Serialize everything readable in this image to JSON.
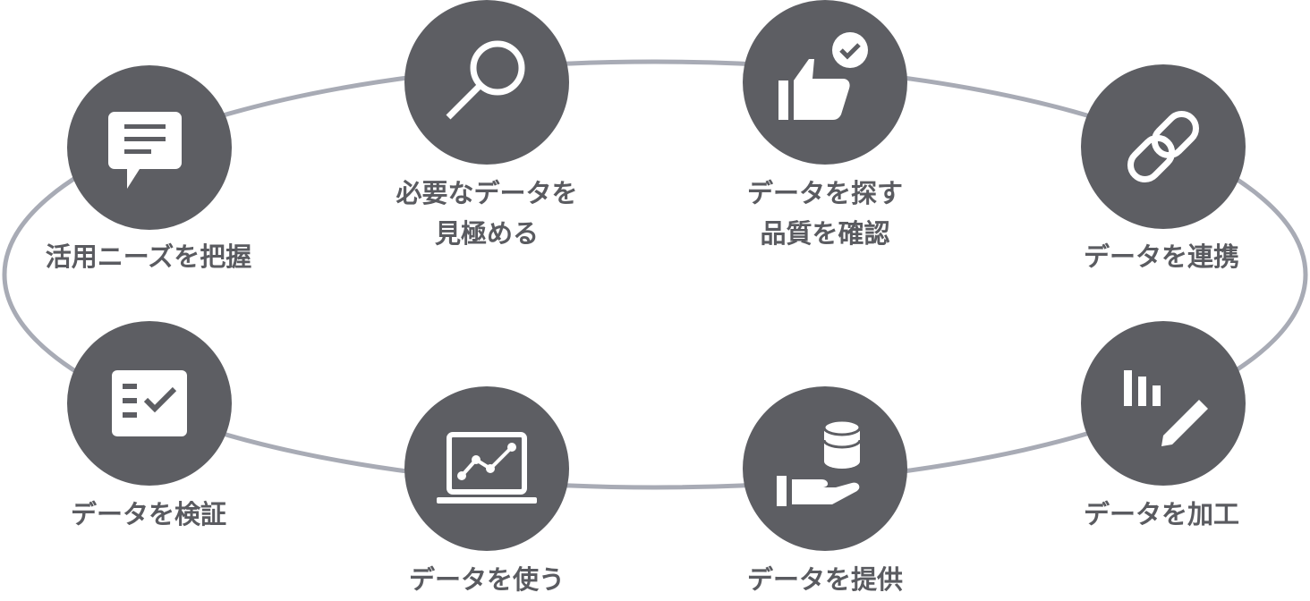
{
  "diagram": {
    "ring_color": "#a8abb5",
    "node_color": "#5d5e63",
    "label_color": "#5a5b60",
    "steps": [
      {
        "icon": "chat-icon",
        "lines": [
          "活用ニーズを把握"
        ]
      },
      {
        "icon": "magnifier-icon",
        "lines": [
          "必要なデータを",
          "見極める"
        ]
      },
      {
        "icon": "thumbs-up-check-icon",
        "lines": [
          "データを探す",
          "品質を確認"
        ]
      },
      {
        "icon": "link-icon",
        "lines": [
          "データを連携"
        ]
      },
      {
        "icon": "chart-edit-icon",
        "lines": [
          "データを加工"
        ]
      },
      {
        "icon": "database-hand-icon",
        "lines": [
          "データを提供"
        ]
      },
      {
        "icon": "laptop-chart-icon",
        "lines": [
          "データを使う"
        ]
      },
      {
        "icon": "checklist-icon",
        "lines": [
          "データを検証"
        ]
      }
    ]
  }
}
